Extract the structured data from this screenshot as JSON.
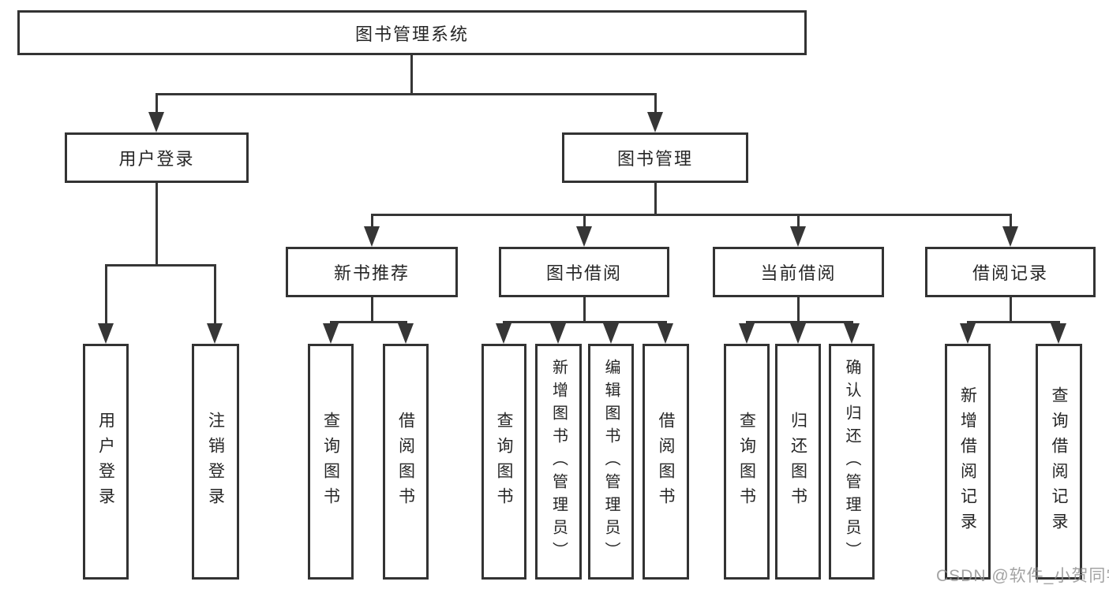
{
  "diagram": {
    "root": {
      "label": "图书管理系统"
    },
    "level2": [
      {
        "label": "用户登录"
      },
      {
        "label": "图书管理"
      }
    ],
    "level3": [
      {
        "label": "新书推荐",
        "parent": "图书管理"
      },
      {
        "label": "图书借阅",
        "parent": "图书管理"
      },
      {
        "label": "当前借阅",
        "parent": "图书管理"
      },
      {
        "label": "借阅记录",
        "parent": "图书管理"
      }
    ],
    "leaves": [
      {
        "label": "用户登录",
        "parent": "用户登录"
      },
      {
        "label": "注销登录",
        "parent": "用户登录"
      },
      {
        "label": "查询图书",
        "parent": "新书推荐"
      },
      {
        "label": "借阅图书",
        "parent": "新书推荐"
      },
      {
        "label": "查询图书",
        "parent": "图书借阅"
      },
      {
        "label": "新增图书（管理员）",
        "parent": "图书借阅"
      },
      {
        "label": "编辑图书（管理员）",
        "parent": "图书借阅"
      },
      {
        "label": "借阅图书",
        "parent": "图书借阅"
      },
      {
        "label": "查询图书",
        "parent": "当前借阅"
      },
      {
        "label": "归还图书",
        "parent": "当前借阅"
      },
      {
        "label": "确认归还（管理员）",
        "parent": "当前借阅"
      },
      {
        "label": "新增借阅记录",
        "parent": "借阅记录"
      },
      {
        "label": "查询借阅记录",
        "parent": "借阅记录"
      }
    ]
  },
  "watermark": {
    "text": "CSDN @软件_小贺同学"
  },
  "colors": {
    "line": "#363636",
    "box_border": "#333333",
    "text": "#262626",
    "background": "#ffffff",
    "watermark": "#8f8f8f"
  }
}
